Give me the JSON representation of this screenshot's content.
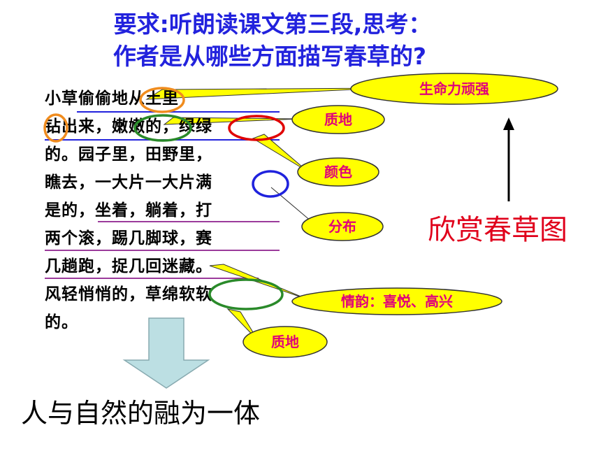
{
  "title": {
    "line1": "要求:听朗读课文第三段,思考：",
    "line2": "作者是从哪些方面描写春草的?"
  },
  "passage": [
    "  小草偷偷地从土里",
    "钻出来，嫩嫩的，绿绿",
    "的。园子里，田野里，",
    "瞧去，一大片一大片满",
    "是的，坐着，躺着，打",
    "两个滚，踢几脚球，赛",
    "几趟跑，捉几回迷藏。",
    "风轻悄悄的，草绵软软",
    "的。"
  ],
  "callouts": {
    "vitality": "生命力顽强",
    "texture1": "质地",
    "color": "颜色",
    "distribution": "分布",
    "mood": "情韵：喜悦、高兴",
    "texture2": "质地"
  },
  "side_label": "欣赏春草图",
  "conclusion": "人与自然的融为一体",
  "colors": {
    "title": "#2222dd",
    "balloon_fill": "#ffff00",
    "balloon_text": "#e0007a",
    "side_label": "#e0001b",
    "down_arrow": "#bcdfe3"
  }
}
